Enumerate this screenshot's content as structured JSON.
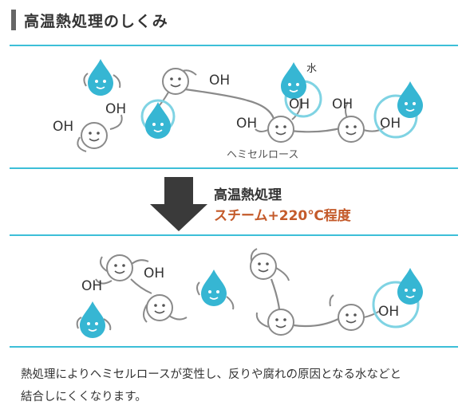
{
  "title": "高温熱処理のしくみ",
  "labels": {
    "oh": "OH",
    "water": "水",
    "hemicellulose": "ヘミセルロース"
  },
  "process": {
    "title": "高温熱処理",
    "subtitle": "スチーム+220℃程度"
  },
  "caption": {
    "line1": "熱処理によりヘミセルロースが変性し、反りや腐れの原因となる水などと",
    "line2": "結合しにくくなります。"
  },
  "colors": {
    "accent": "#3dbfd8",
    "drop": "#36b6d3",
    "chain": "#8a8a8a",
    "process_sub": "#c45a2a",
    "arrow": "#3a3a3a"
  }
}
